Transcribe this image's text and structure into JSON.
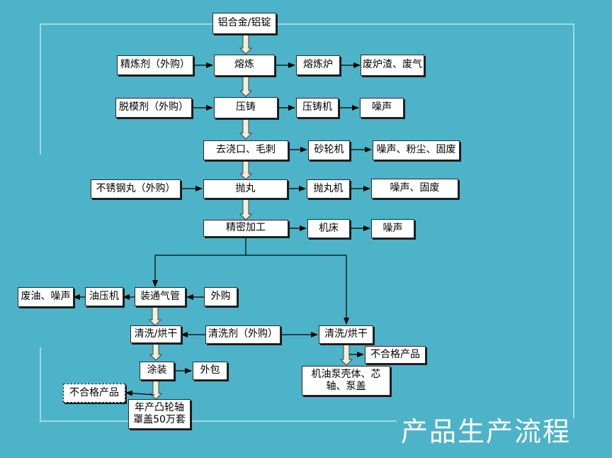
{
  "title": "产品生产流程",
  "nodes": {
    "raw_material": "铝合金/铝锭",
    "refining_agent": "精炼剂（外购）",
    "smelting": "熔炼",
    "smelting_furnace": "熔炼炉",
    "smelting_waste": "废炉渣、废气",
    "release_agent": "脱模剂（外购）",
    "die_casting": "压铸",
    "die_casting_machine": "压铸机",
    "die_casting_noise": "噪声",
    "deburring": "去浇口、毛刺",
    "grinding_wheel": "砂轮机",
    "grinding_output": "噪声、粉尘、固废",
    "steel_shot": "不锈钢丸（外购）",
    "shot_blasting": "抛丸",
    "shot_blaster": "抛丸机",
    "shot_output": "噪声、固废",
    "precision_machining": "精密加工",
    "machine_tool": "机床",
    "machining_noise": "噪声",
    "waste_oil_noise": "废油、噪声",
    "oil_press": "油压机",
    "install_vent_pipe": "装通气管",
    "outsourced": "外购",
    "clean_dry_left": "清洗/烘干",
    "cleaning_agent": "清洗剂（外购）",
    "clean_dry_right": "清洗/烘干",
    "reject_right": "不合格产品",
    "product_pump": "机油泵壳体、芯\n轴、泵盖",
    "coating": "涂装",
    "outer_pack": "外包",
    "reject_left": "不合格产品",
    "product_cover": "年产凸轮轴\n罩盖50万套"
  },
  "colors": {
    "background": "#4db3c8",
    "frame_line": "#9fdbe6",
    "arrow_fill": "#f3f0d8",
    "title_text": "#ffffff"
  }
}
